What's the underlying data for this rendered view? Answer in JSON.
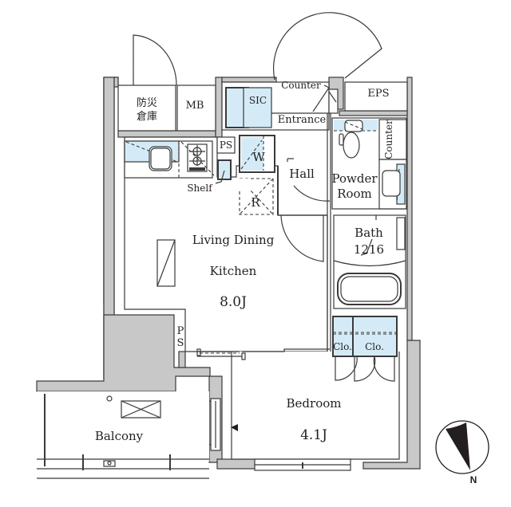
{
  "floor_plan": {
    "rooms": {
      "ldk": {
        "name_line1": "Living Dining",
        "name_line2": "Kitchen",
        "size": "8.0J"
      },
      "bedroom": {
        "name": "Bedroom",
        "size": "4.1J"
      },
      "balcony": {
        "name": "Balcony"
      },
      "hall": {
        "name": "Hall"
      },
      "entrance": {
        "name": "Entrance"
      },
      "powder_room": {
        "name_line1": "Powder",
        "name_line2": "Room"
      },
      "bath": {
        "name": "Bath",
        "size": "1216"
      },
      "storage": {
        "name_line1": "防災",
        "name_line2": "倉庫"
      },
      "mb": {
        "name": "MB"
      },
      "eps": {
        "name": "EPS"
      },
      "sic": {
        "name": "SIC"
      }
    },
    "labels": {
      "counter_entrance": "Counter",
      "counter_powder": "Counter",
      "ps_top": "PS",
      "ps_side_1": "P",
      "ps_side_2": "S",
      "washer": "W",
      "refrigerator": "R",
      "shelf": "Shelf",
      "closet_1": "Clo.",
      "closet_2": "Clo."
    },
    "compass": {
      "label": "N"
    },
    "colors": {
      "wall": "#c8c8c9",
      "fixture": "#d4ebf7",
      "line": "#3a3a3a"
    }
  }
}
